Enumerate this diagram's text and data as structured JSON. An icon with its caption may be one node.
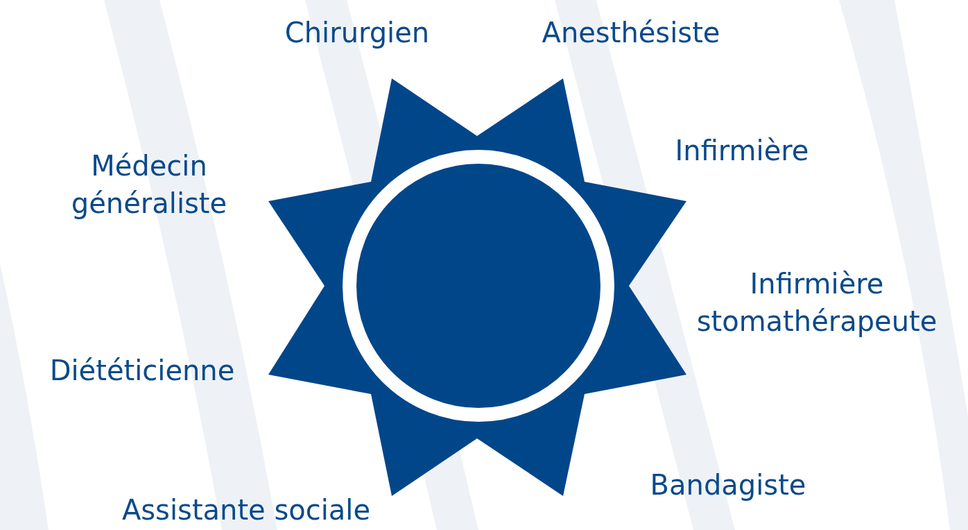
{
  "diagram": {
    "nodes": [
      {
        "text": [],
        "shape": "star"
      }
    ],
    "edges": [],
    "labels": [
      "Chirurgien",
      "Anesthésiste",
      "Infirmière",
      "Médecin généraliste",
      "Infirmière stomathérapeute",
      "Diététicienne",
      "Bandagiste",
      "Assistante sociale"
    ]
  }
}
